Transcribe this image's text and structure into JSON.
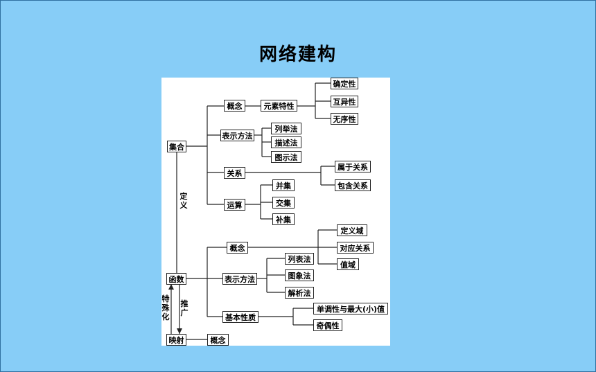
{
  "title": "网络建构",
  "nodes": {
    "set": "集合",
    "set_concept": "概念",
    "element_property": "元素特性",
    "definiteness": "确定性",
    "distinctness": "互异性",
    "unorderedness": "无序性",
    "set_representation": "表示方法",
    "roster_method": "列举法",
    "description_method": "描述法",
    "diagram_method": "图示法",
    "relation": "关系",
    "belongs_relation": "属于关系",
    "contains_relation": "包含关系",
    "operation": "运算",
    "union": "并集",
    "intersection": "交集",
    "complement": "补集",
    "function": "函数",
    "func_concept": "概念",
    "domain": "定义域",
    "correspondence": "对应关系",
    "range": "值域",
    "func_representation": "表示方法",
    "table_method": "列表法",
    "graph_method": "图象法",
    "analytic_method": "解析法",
    "basic_properties": "基本性质",
    "monotonicity": "单调性与最大(小)值",
    "parity": "奇偶性",
    "mapping": "映射",
    "map_concept": "概念"
  },
  "labels": {
    "define": "定义",
    "specialize": "特殊化",
    "generalize": "推广"
  }
}
